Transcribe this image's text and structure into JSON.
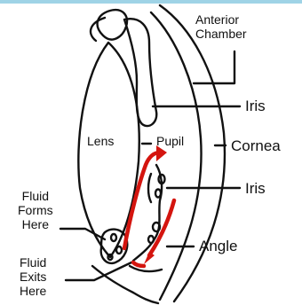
{
  "labels": {
    "anterior_chamber": "Anterior\nChamber",
    "iris_top": "Iris",
    "lens": "Lens",
    "pupil": "Pupil",
    "cornea": "Cornea",
    "iris_bottom": "Iris",
    "fluid_forms": "Fluid\nForms\nHere",
    "angle": "Angle",
    "fluid_exits": "Fluid\nExits\nHere"
  },
  "colors": {
    "line": "#111111",
    "fluid_arrow": "#d4150f",
    "accent_border": "#9fd3e6"
  }
}
